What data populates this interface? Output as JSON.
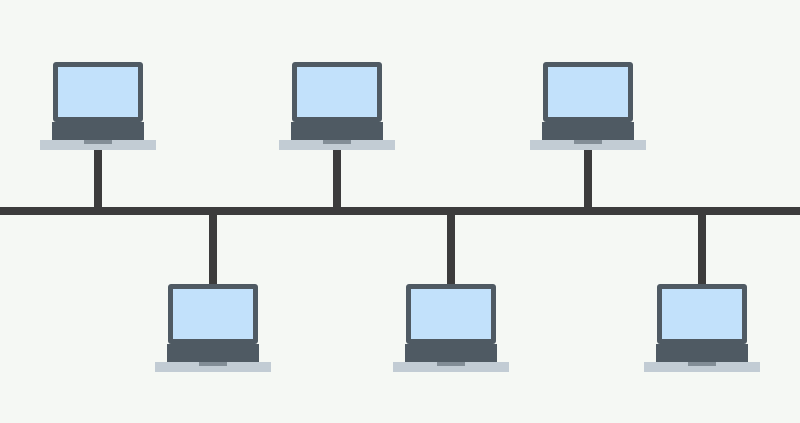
{
  "diagram": {
    "type": "bus-network-topology",
    "colors": {
      "background": "#f5f8f4",
      "cable": "#3c3c3c",
      "laptop_frame": "#4f5a63",
      "laptop_screen": "#c2e1fb",
      "laptop_base": "#c2ccd4",
      "laptop_keyboard": "#4f5a63"
    },
    "bus": {
      "name": "backbone-cable"
    },
    "nodes": [
      {
        "name": "laptop-1",
        "side": "top",
        "icon": "laptop-icon"
      },
      {
        "name": "laptop-2",
        "side": "top",
        "icon": "laptop-icon"
      },
      {
        "name": "laptop-3",
        "side": "top",
        "icon": "laptop-icon"
      },
      {
        "name": "laptop-4",
        "side": "bottom",
        "icon": "laptop-icon"
      },
      {
        "name": "laptop-5",
        "side": "bottom",
        "icon": "laptop-icon"
      },
      {
        "name": "laptop-6",
        "side": "bottom",
        "icon": "laptop-icon"
      }
    ]
  }
}
